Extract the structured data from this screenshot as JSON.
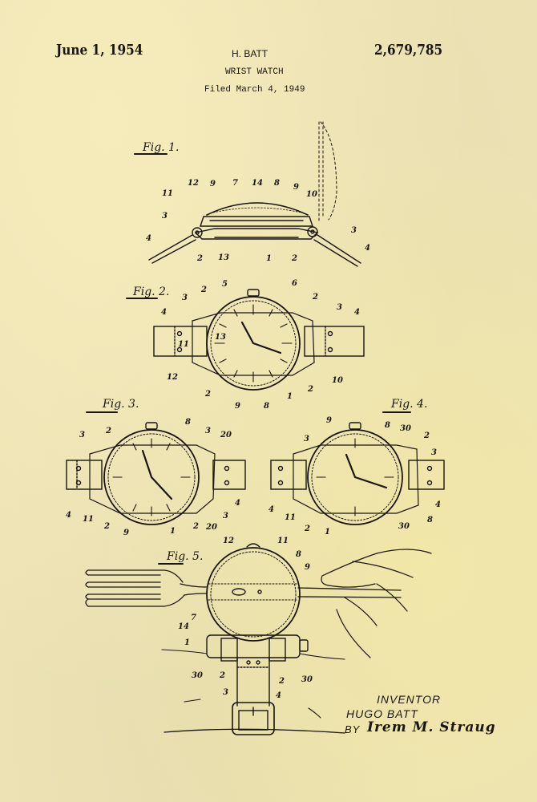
{
  "header": {
    "date": "June 1, 1954",
    "inventor": "H. BATT",
    "patent_number": "2,679,785",
    "title": "WRIST WATCH",
    "filed": "Filed March 4, 1949"
  },
  "figures": [
    {
      "label": "Fig. 1.",
      "reference_numerals": [
        "12",
        "9",
        "7",
        "14",
        "8",
        "9",
        "10",
        "11",
        "3",
        "3",
        "4",
        "4",
        "2",
        "13",
        "1",
        "2"
      ]
    },
    {
      "label": "Fig. 2.",
      "reference_numerals": [
        "2",
        "5",
        "6",
        "2",
        "3",
        "3",
        "4",
        "4",
        "13",
        "11",
        "12",
        "10",
        "2",
        "9",
        "8",
        "1",
        "2"
      ]
    },
    {
      "label": "Fig. 3.",
      "reference_numerals": [
        "3",
        "2",
        "8",
        "3",
        "20",
        "4",
        "11",
        "2",
        "9",
        "1",
        "2",
        "20",
        "3",
        "4"
      ]
    },
    {
      "label": "Fig. 4.",
      "reference_numerals": [
        "9",
        "8",
        "30",
        "2",
        "3",
        "3",
        "4",
        "11",
        "2",
        "1",
        "30",
        "8",
        "4"
      ]
    },
    {
      "label": "Fig. 5.",
      "reference_numerals": [
        "12",
        "11",
        "8",
        "9",
        "7",
        "14",
        "1",
        "30",
        "2",
        "3",
        "2",
        "30",
        "4"
      ]
    }
  ],
  "signature": {
    "inventor_label": "INVENTOR",
    "inventor_name": "HUGO BATT",
    "by": "BY",
    "attorney": "Irem M. Straug"
  },
  "colors": {
    "paper": "#ece2b4",
    "ink": "#1a1510"
  }
}
